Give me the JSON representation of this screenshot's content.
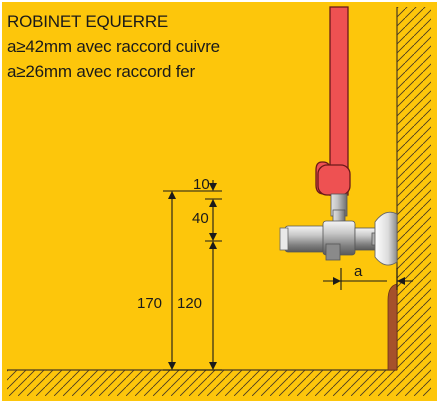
{
  "title": {
    "line1": "ROBINET EQUERRE",
    "line2": "a≥42mm avec raccord cuivre",
    "line3": "a≥26mm avec raccord fer"
  },
  "dimensions": {
    "d10": "10",
    "d40": "40",
    "d170": "170",
    "d120": "120",
    "a": "a"
  },
  "colors": {
    "background": "#FDC60B",
    "pipe": "#EE5152",
    "wall_line": "#4A3A22",
    "floor_trim": "#A5512B",
    "dimension_line": "#1A1A1A"
  },
  "icons": [
    "angle-valve-icon",
    "hatch-pattern"
  ]
}
